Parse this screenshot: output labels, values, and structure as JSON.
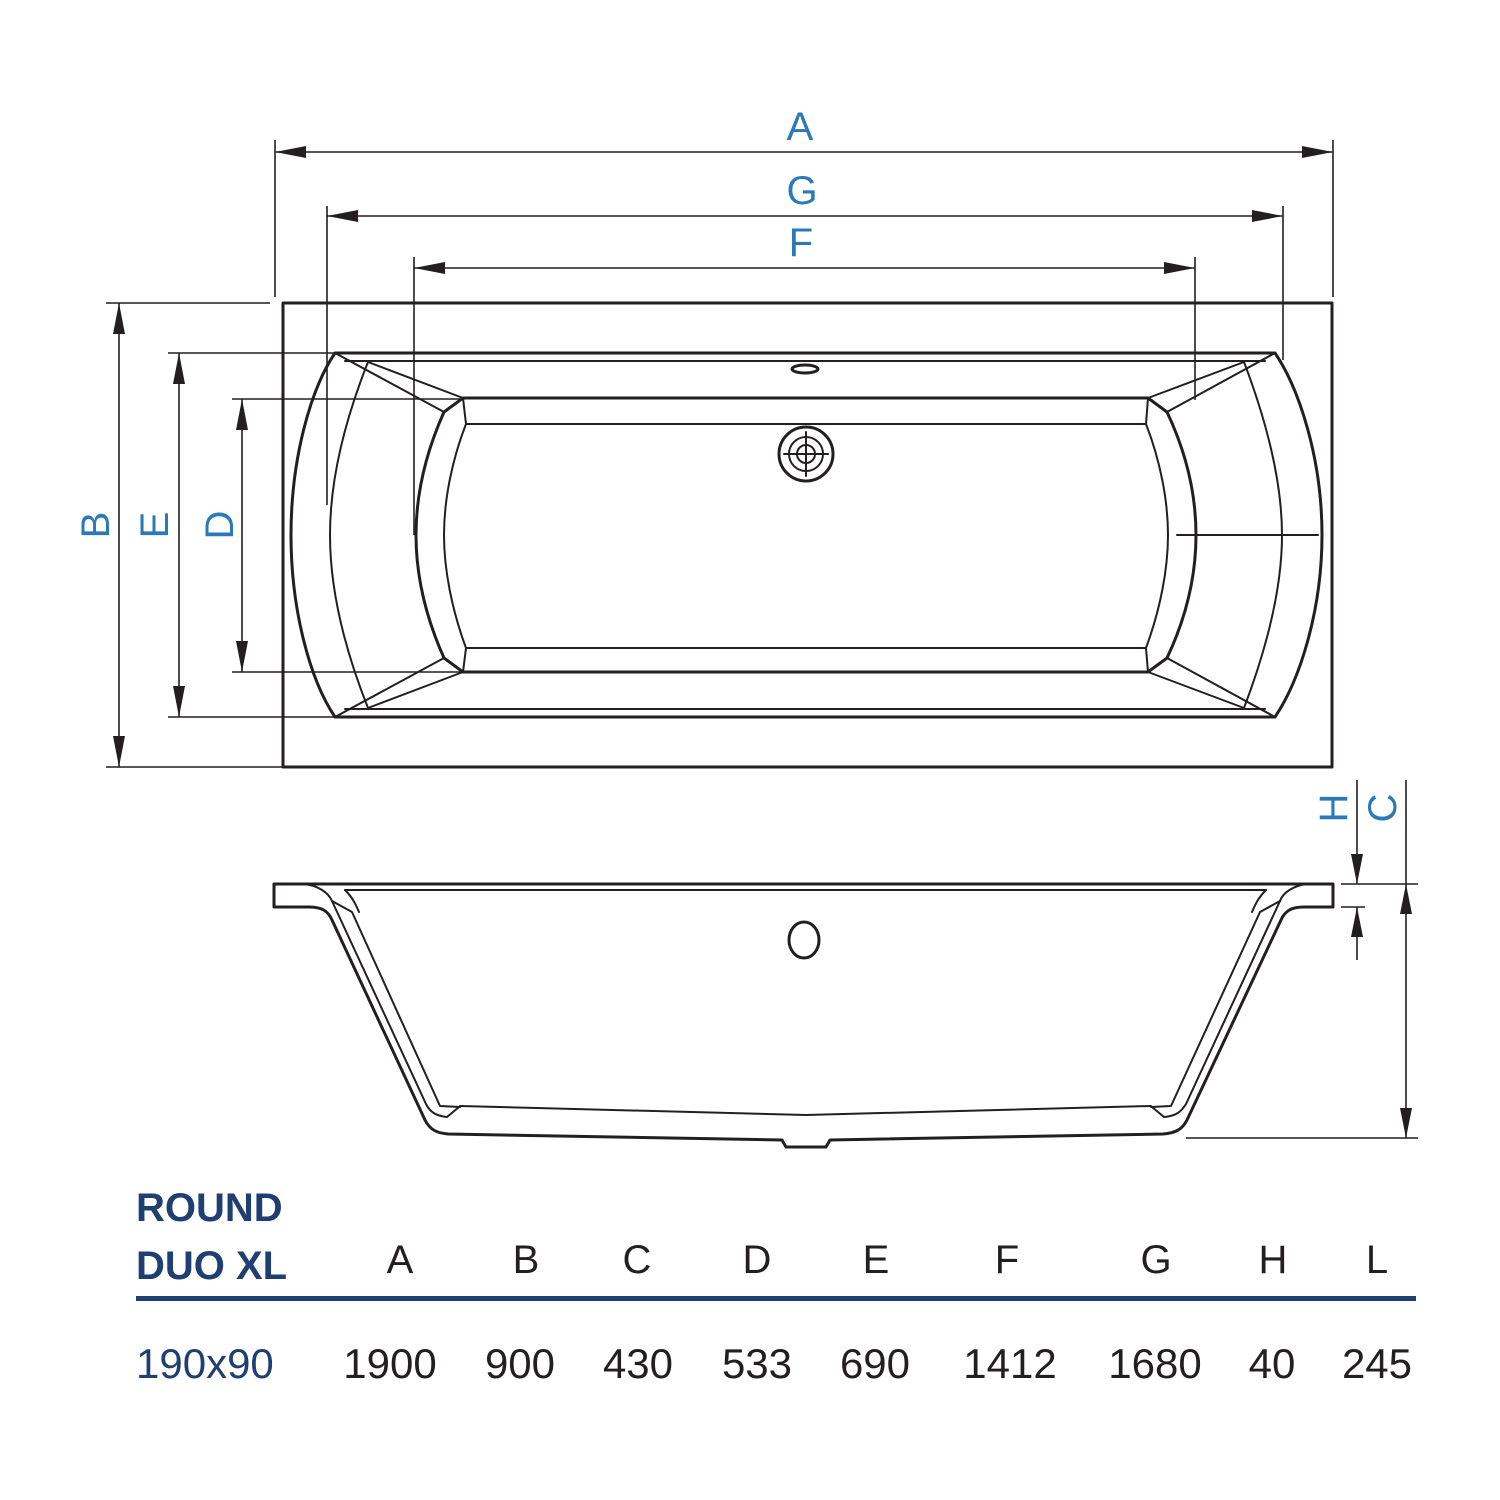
{
  "dimension_labels": {
    "A": "A",
    "B": "B",
    "C": "C",
    "D": "D",
    "E": "E",
    "F": "F",
    "G": "G",
    "H": "H"
  },
  "table": {
    "title_line1": "ROUND",
    "title_line2": "DUO XL",
    "headers": [
      "A",
      "B",
      "C",
      "D",
      "E",
      "F",
      "G",
      "H",
      "L"
    ],
    "model": "190x90",
    "values": [
      "1900",
      "900",
      "430",
      "533",
      "690",
      "1412",
      "1680",
      "40",
      "245"
    ]
  },
  "colors": {
    "label_blue": "#2b79b7",
    "title_navy": "#1f3f73",
    "line": "#231f20"
  }
}
